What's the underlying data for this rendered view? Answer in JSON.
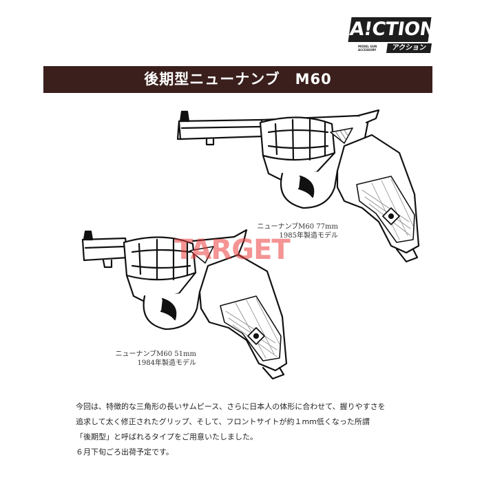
{
  "logo": {
    "main": "A!CTION",
    "small_line1": "MODEL GUN",
    "small_line2": "ACCESSORY",
    "kana": "アクション"
  },
  "banner": {
    "title": "後期型ニューナンブ　M60"
  },
  "watermark": "TARGET",
  "guns": [
    {
      "caption_line1": "ニューナンブM60 77mm",
      "caption_line2": "1985年製造モデル"
    },
    {
      "caption_line1": "ニューナンブM60 51mm",
      "caption_line2": "1984年製造モデル"
    }
  ],
  "body": {
    "lines": [
      "今回は、特徴的な三角形の長いサムピース、さらに日本人の体形に合わせて、握りやすさを",
      "追求して太く修正されたグリップ、そして、フロントサイトが約１mm低くなった所謂",
      "「後期型」と呼ばれるタイプをご用意いたしました。",
      "６月下旬ごろ出荷予定です。"
    ]
  },
  "colors": {
    "banner_bg": "#3a1f1c",
    "watermark": "#eb3c3c"
  }
}
